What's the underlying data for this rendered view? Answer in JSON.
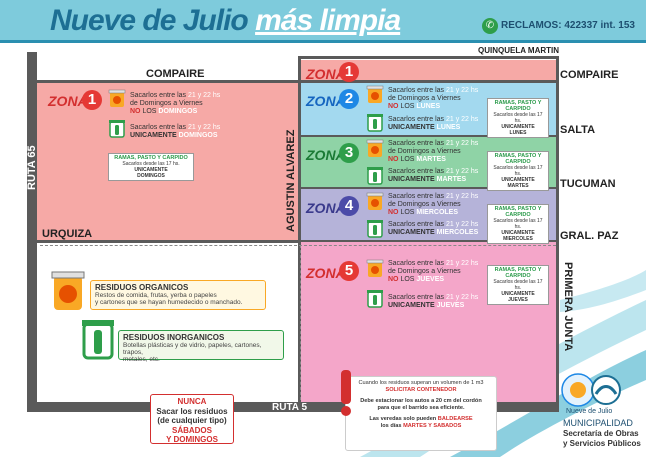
{
  "header": {
    "title_part1": "Nueve de Julio",
    "title_part2": "más limpia",
    "reclamos": "RECLAMOS: 422337 int. 153"
  },
  "streets": {
    "quinquela": "QUINQUELA MARTIN",
    "compaire_left": "COMPAIRE",
    "compaire_right": "COMPAIRE",
    "salta": "SALTA",
    "tucuman": "TUCUMAN",
    "gral_paz": "GRAL. PAZ",
    "primera_junta": "PRIMERA JUNTA",
    "ruta65": "RUTA 65",
    "urquiza": "URQUIZA",
    "agustin": "AGUSTIN ALVAREZ",
    "ruta5": "RUTA 5"
  },
  "zones": [
    {
      "label": "ZONA",
      "num": "1",
      "color": "#e53935",
      "bg": "#f6a9a6",
      "org_line1": "Sacarlos entre las ",
      "org_hours": "21 y 22 hs",
      "org_line2": "de Domingos a Viernes",
      "org_neg": "NO",
      "org_los": " LOS ",
      "org_day": "DOMINGOS",
      "inorg_line1": "Sacarlos entre las ",
      "inorg_hours": "21 y 22 hs",
      "inorg_only": "UNICAMENTE ",
      "inorg_day": "DOMINGOS",
      "ramas_title": "RAMAS, PASTO Y CARPIDO",
      "ramas_line1": "Sacarlos desde las 17 hs.",
      "ramas_line2": "UNICAMENTE",
      "ramas_day": "DOMINGOS"
    },
    {
      "label": "ZONA",
      "num": "2",
      "color": "#1e88e5",
      "bg": "#a3d9ef",
      "org_line1": "Sacarlos entre las ",
      "org_hours": "21 y 22 hs",
      "org_line2": "de Domingos a Viernes",
      "org_neg": "NO",
      "org_los": " LOS ",
      "org_day": "LUNES",
      "inorg_line1": "Sacarlos entre las ",
      "inorg_hours": "21 y 22 hs",
      "inorg_only": "UNICAMENTE ",
      "inorg_day": "LUNES",
      "ramas_title": "RAMAS, PASTO Y CARPIDO",
      "ramas_line1": "Sacarlos desde las 17 hs.",
      "ramas_line2": "UNICAMENTE",
      "ramas_day": "LUNES"
    },
    {
      "label": "ZONA",
      "num": "3",
      "color": "#2e9e4a",
      "bg": "#8fd3a6",
      "org_line1": "Sacarlos entre las ",
      "org_hours": "21 y 22 hs",
      "org_line2": "de Domingos a Viernes",
      "org_neg": "NO",
      "org_los": " LOS ",
      "org_day": "MARTES",
      "inorg_line1": "Sacarlos entre las ",
      "inorg_hours": "21 y 22 hs",
      "inorg_only": "UNICAMENTE ",
      "inorg_day": "MARTES",
      "ramas_title": "RAMAS, PASTO Y CARPIDO",
      "ramas_line1": "Sacarlos desde las 17 hs.",
      "ramas_line2": "UNICAMENTE",
      "ramas_day": "MARTES"
    },
    {
      "label": "ZONA",
      "num": "4",
      "color": "#4b4ba8",
      "bg": "#b5b3d9",
      "org_line1": "Sacarlos entre las ",
      "org_hours": "21 y 22 hs",
      "org_line2": "de Domingos a Viernes",
      "org_neg": "NO",
      "org_los": " LOS ",
      "org_day": "MIERCOLES",
      "inorg_line1": "Sacarlos entre las ",
      "inorg_hours": "21 y 22 hs",
      "inorg_only": "UNICAMENTE ",
      "inorg_day": "MIERCOLES",
      "ramas_title": "RAMAS, PASTO Y CARPIDO",
      "ramas_line1": "Sacarlos desde las 17 hs.",
      "ramas_line2": "UNICAMENTE",
      "ramas_day": "MIERCOLES"
    },
    {
      "label": "ZONA",
      "num": "5",
      "color": "#e53935",
      "bg": "#f4a6c9",
      "org_line1": "Sacarlos entre las ",
      "org_hours": "21 y 22 hs",
      "org_line2": "de Domingos a Viernes",
      "org_neg": "NO",
      "org_los": " LOS ",
      "org_day": "JUEVES",
      "inorg_line1": "Sacarlos entre las ",
      "inorg_hours": "21 y 22 hs",
      "inorg_only": "UNICAMENTE ",
      "inorg_day": "JUEVES",
      "ramas_title": "RAMAS, PASTO Y CARPIDO",
      "ramas_line1": "Sacarlos desde las 17 hs.",
      "ramas_line2": "UNICAMENTE",
      "ramas_day": "JUEVES"
    }
  ],
  "legend": {
    "org_title": "RESIDUOS ORGANICOS",
    "org_text1": "Restos de comida, frutas, yerba o papeles",
    "org_text2": "y cartones que se hayan humedecido o manchado.",
    "inorg_title": "RESIDUOS INORGANICOS",
    "inorg_text1": "Botellas plásticas y de vidrio, papeles, cartones, trapos,",
    "inorg_text2": "metales, etc."
  },
  "nunca": {
    "line1": "NUNCA",
    "line2": "Sacar los residuos",
    "line3": "(de cualquier tipo)",
    "line4": "SÁBADOS",
    "line5": "Y DOMINGOS"
  },
  "notice": {
    "p1a": "Cuando los residuos superan un volumen de 1 m3",
    "p1b": "SOLICITAR CONTENEDOR",
    "p2a": "Debe estacionar los autos a 20 cm del cordón",
    "p2b": "para que el barrido sea eficiente.",
    "p3a": "Las veredas solo pueden ",
    "p3b": "BALDEARSE",
    "p3c": "los días ",
    "p3d": "MARTES Y SABADOS"
  },
  "municipal": {
    "logo_caption": "Nueve de Julio",
    "name": "MUNICIPALIDAD",
    "dept1": "Secretaría de Obras",
    "dept2": "y Servicios Públicos"
  }
}
